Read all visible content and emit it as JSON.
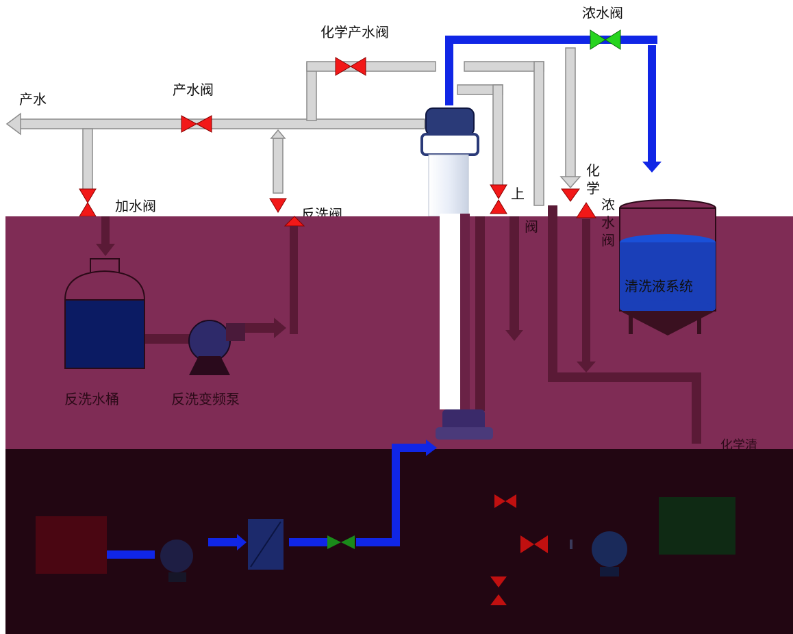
{
  "labels": {
    "product_water": "产水",
    "product_valve": "产水阀",
    "chem_product_valve": "化学产水阀",
    "concentrate_valve_top": "浓水阀",
    "add_water_valve": "加水阀",
    "backwash_valve": "反洗阀",
    "upper_char": "上",
    "chem_col1": "化",
    "chem_col2": "学",
    "conc_col1": "浓",
    "conc_col2": "水",
    "conc_col3": "阀",
    "side_char": "阀",
    "backwash_tank": "反洗水桶",
    "backwash_pump": "反洗变频泵",
    "tank_label": "清洗液系统",
    "chem_clean_partial": "化学清"
  },
  "colors": {
    "pipe_gray": "#d6d6d6",
    "pipe_gray_edge": "#8c8c8c",
    "pipe_blue": "#1026e6",
    "valve_red": "#f21818",
    "valve_green": "#26d41e",
    "overlay_mid": "#7f2c55",
    "overlay_dark": "#220612",
    "tank_navy": "#0b1b63"
  }
}
